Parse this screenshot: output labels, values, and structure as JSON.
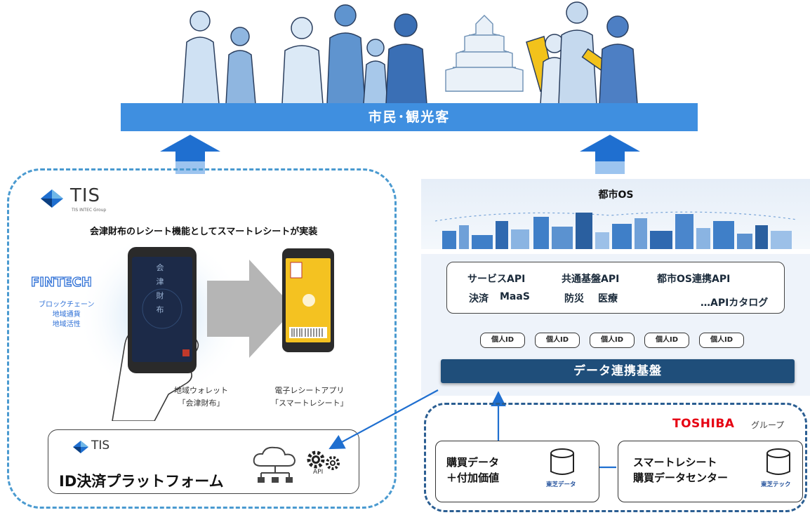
{
  "banner": {
    "label": "市民･観光客"
  },
  "tis": {
    "logo_text": "TIS",
    "logo_sub": "TIS INTEC Group",
    "heading": "会津財布のレシート機能としてスマートレシートが実装",
    "fintech_title": "FINTECH",
    "fintech_lines": [
      "ブロックチェーン",
      "地域通貨",
      "地域活性"
    ],
    "phone_text": "会津財布",
    "wallet_label_line1": "地域ウォレット",
    "wallet_label_line2": "「会津財布」",
    "receipt_label_line1": "電子レシートアプリ",
    "receipt_label_line2": "「スマートレシート」",
    "platform_logo": "TIS",
    "platform_title": "ID決済プラットフォーム",
    "api_label": "API"
  },
  "city_os": {
    "title": "都市OS",
    "api_row1": [
      "サービスAPI",
      "共通基盤API",
      "都市OS連携API"
    ],
    "api_row2": [
      "決済",
      "MaaS",
      "防災",
      "医療"
    ],
    "api_catalog": "…APIカタログ",
    "personal_ids": [
      "個人ID",
      "個人ID",
      "個人ID",
      "個人ID",
      "個人ID"
    ],
    "data_platform": "データ連携基盤"
  },
  "toshiba": {
    "logo": "TOSHIBA",
    "group": "グループ",
    "left_box_line1": "購買データ",
    "left_box_line2": "＋付加価値",
    "left_db": "東芝データ",
    "right_box_line1": "スマートレシート",
    "right_box_line2": "購買データセンター",
    "right_db": "東芝テック"
  },
  "colors": {
    "banner_blue": "#3f8fe0",
    "arrow_blue": "#1f6fd0",
    "dashed_blue": "#4a9ad0",
    "dark_navy": "#1f4e7a",
    "toshiba_red": "#e60012"
  }
}
